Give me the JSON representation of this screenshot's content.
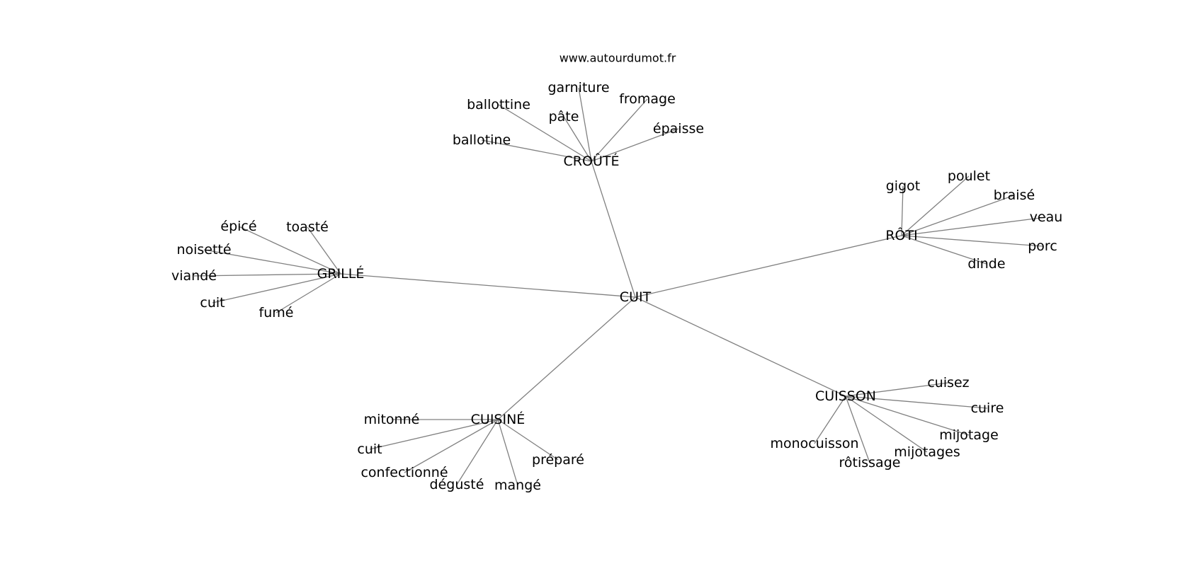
{
  "source_label": "www.autourdumot.fr",
  "root": "CUIT",
  "groups": [
    {
      "word": "CROÛTÉ",
      "words": [
        "garniture",
        "ballottine",
        "pâte",
        "fromage",
        "épaisse",
        "ballotine"
      ]
    },
    {
      "word": "RÔTI",
      "words": [
        "gigot",
        "poulet",
        "braisé",
        "veau",
        "porc",
        "dinde"
      ]
    },
    {
      "word": "GRILLÉ",
      "words": [
        "épicé",
        "toasté",
        "noisetté",
        "viandé",
        "cuit",
        "fumé"
      ]
    },
    {
      "word": "CUISINÉ",
      "words": [
        "mitonné",
        "cuit",
        "confectionné",
        "dégusté",
        "mangé",
        "préparé"
      ]
    },
    {
      "word": "CUISSON",
      "words": [
        "cuisez",
        "cuire",
        "mijotage",
        "mijotages",
        "rôtissage",
        "monocuisson"
      ]
    }
  ]
}
